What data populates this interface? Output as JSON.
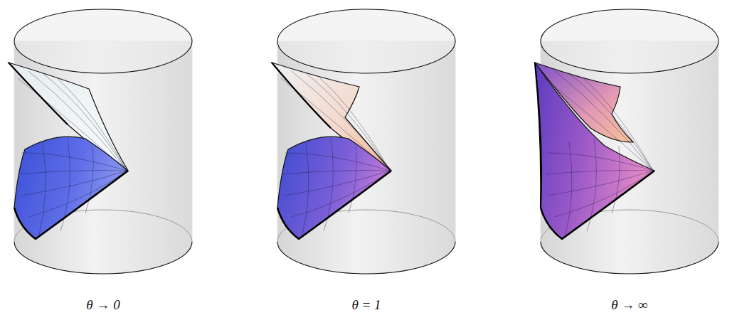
{
  "diagram": {
    "labels": [
      "θ → 0",
      "θ = 1",
      "θ → ∞"
    ]
  }
}
